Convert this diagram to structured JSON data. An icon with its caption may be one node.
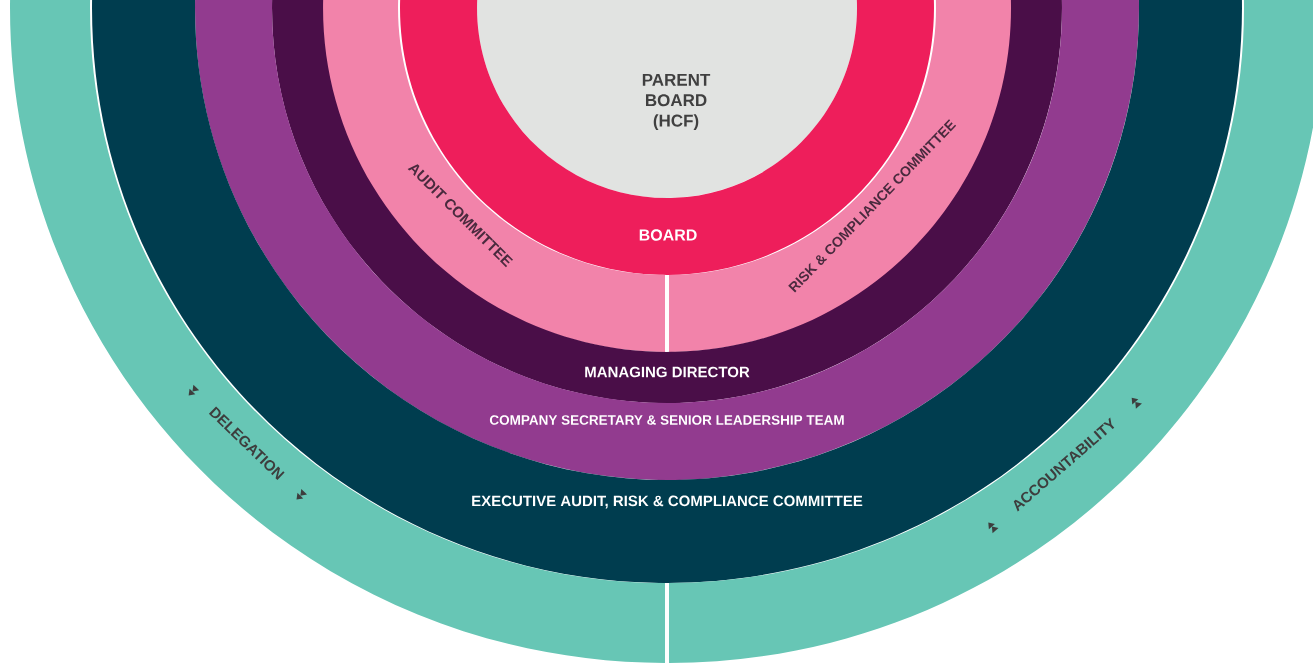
{
  "diagram": {
    "nodes": [
      {
        "text": [
          "PARENT BOARD (HCF)"
        ]
      },
      {
        "text": [
          "BOARD"
        ]
      },
      {
        "text": [
          "AUDIT COMMITTEE"
        ]
      },
      {
        "text": [
          "RISK & COMPLIANCE COMMITTEE"
        ]
      },
      {
        "text": [
          "MANAGING DIRECTOR"
        ]
      },
      {
        "text": [
          "COMPANY SECRETARY & SENIOR LEADERSHIP TEAM"
        ]
      },
      {
        "text": [
          "EXECUTIVE AUDIT, RISK & COMPLIANCE COMMITTEE"
        ]
      },
      {
        "text": [
          "DELEGATION"
        ]
      },
      {
        "text": [
          "ACCOUNTABILITY"
        ]
      }
    ]
  }
}
